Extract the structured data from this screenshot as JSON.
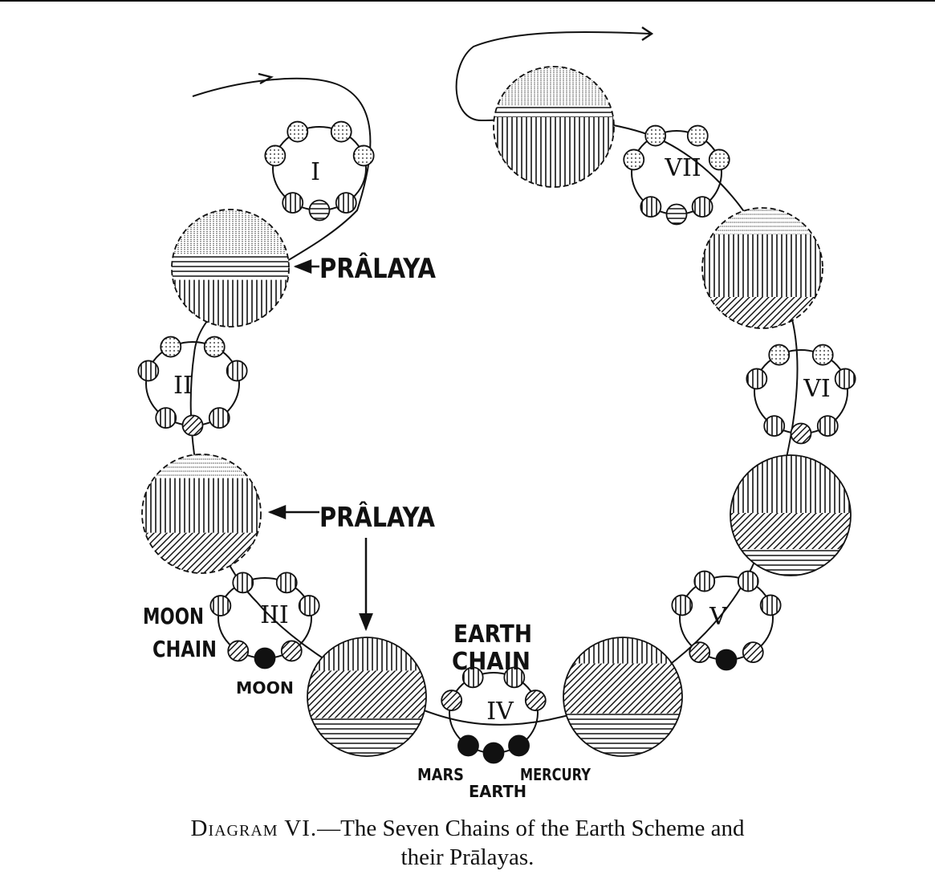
{
  "labels": {
    "pralaya_1": "PRÂLAYA",
    "pralaya_2": "PRÂLAYA",
    "moon_chain_line1": "MOON",
    "moon_chain_line2": "CHAIN",
    "moon": "MOON",
    "earth_chain_line1": "EARTH",
    "earth_chain_line2": "CHAIN",
    "mars": "MARS",
    "earth": "EARTH",
    "mercury": "MERCURY"
  },
  "chains": [
    {
      "numeral": "I"
    },
    {
      "numeral": "II"
    },
    {
      "numeral": "III"
    },
    {
      "numeral": "IV"
    },
    {
      "numeral": "V"
    },
    {
      "numeral": "VI"
    },
    {
      "numeral": "VII"
    }
  ],
  "caption": {
    "title": "Diagram VI.",
    "line1": "—The Seven Chains of the Earth Scheme and",
    "line2": "their Prālayas."
  }
}
